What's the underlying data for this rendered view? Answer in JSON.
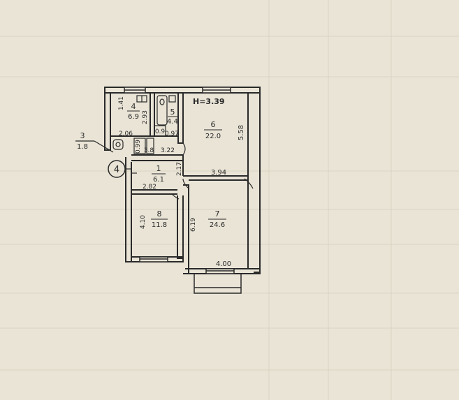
{
  "plan": {
    "height_label": "H=3.39",
    "stair_mark": "4",
    "rooms": [
      {
        "id": "1",
        "area": "6.1"
      },
      {
        "id": "3",
        "area": "1.8"
      },
      {
        "id": "4",
        "area": "6.9"
      },
      {
        "id": "5",
        "area": "4.4"
      },
      {
        "id": "6",
        "area": "22.0"
      },
      {
        "id": "7",
        "area": "24.6"
      },
      {
        "id": "8",
        "area": "11.8"
      }
    ],
    "closet_area": "0.9",
    "dimensions": {
      "d_1_41": "1.41",
      "d_2_93": "2.93",
      "d_2_06": "2.06",
      "d_0_97": "0.97",
      "d_0_99": "0.99",
      "d_3_8": "3.8",
      "d_3_22": "3.22",
      "d_2_17": "2.17",
      "d_2_82": "2.82",
      "d_4_10": "4.10",
      "d_6_19": "6.19",
      "d_3_94": "3.94",
      "d_5_58": "5.58",
      "d_4_00": "4.00"
    }
  },
  "colors": {
    "paper": "#e9e4d6",
    "ink": "#2a2a2a"
  }
}
